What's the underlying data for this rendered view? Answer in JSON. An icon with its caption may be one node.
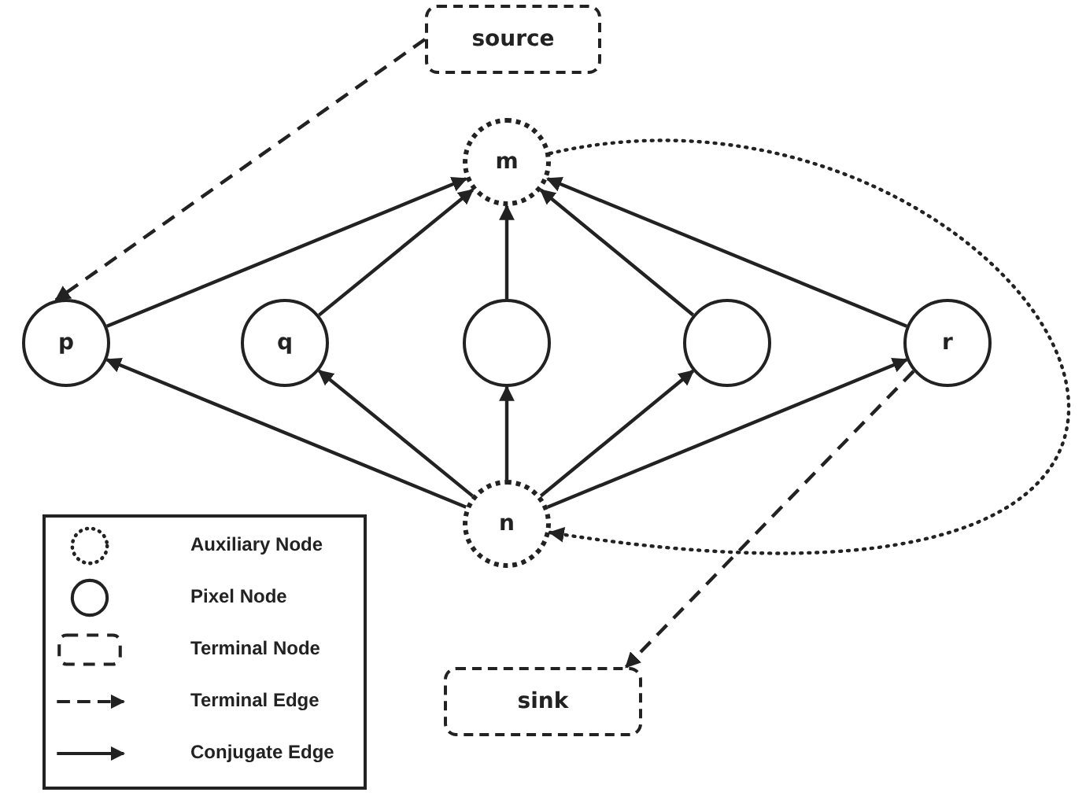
{
  "diagram": {
    "nodes": [
      {
        "text": [
          "source"
        ]
      },
      {
        "text": [
          "m"
        ]
      },
      {
        "text": [
          "p"
        ]
      },
      {
        "text": [
          "q"
        ]
      },
      {
        "text": [],
        "shape": "circle"
      },
      {
        "text": [],
        "shape": "circle"
      },
      {
        "text": [
          "r"
        ]
      },
      {
        "text": [
          "n"
        ]
      },
      {
        "text": [
          "sink"
        ]
      }
    ],
    "edges": [
      {
        "from": 0,
        "to": 2,
        "arrow": "to",
        "style": "dashed"
      },
      {
        "from": 2,
        "to": 1,
        "arrow": "to"
      },
      {
        "from": 3,
        "to": 1,
        "arrow": "to"
      },
      {
        "from": 4,
        "to": 1,
        "arrow": "to"
      },
      {
        "from": 5,
        "to": 1,
        "arrow": "to"
      },
      {
        "from": 6,
        "to": 1,
        "arrow": "to"
      },
      {
        "from": 7,
        "to": 2,
        "arrow": "to"
      },
      {
        "from": 7,
        "to": 3,
        "arrow": "to"
      },
      {
        "from": 7,
        "to": 4,
        "arrow": "to"
      },
      {
        "from": 7,
        "to": 5,
        "arrow": "to"
      },
      {
        "from": 7,
        "to": 6,
        "arrow": "to"
      },
      {
        "from": 1,
        "to": 7,
        "arrow": "to",
        "style": "dashed"
      },
      {
        "from": 6,
        "to": 8,
        "arrow": "to",
        "style": "dashed"
      }
    ],
    "legend": [
      {
        "text": "Auxiliary Node"
      },
      {
        "text": "Pixel Node"
      },
      {
        "text": "Terminal Node"
      },
      {
        "text": "Terminal Edge"
      },
      {
        "text": "Conjugate Edge"
      }
    ]
  }
}
